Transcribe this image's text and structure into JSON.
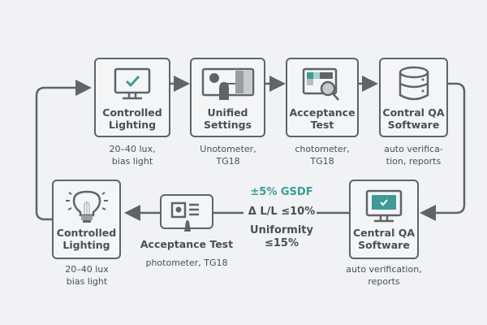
{
  "top_row": [
    {
      "title_line1": "Controlled",
      "title_line2": "Lighting",
      "caption_line1": "20–40 lux,",
      "caption_line2": "bias light",
      "icon": "monitor-check-icon"
    },
    {
      "title_line1": "Unified",
      "title_line2": "Settings",
      "caption_line1": "Unotometer,",
      "caption_line2": "TG18",
      "icon": "presentation-screen-icon"
    },
    {
      "title_line1": "Acceptance",
      "title_line2": "Test",
      "caption_line1": "chotometer,",
      "caption_line2": "TG18",
      "icon": "test-pattern-magnifier-icon"
    },
    {
      "title_line1": "Contral QA",
      "title_line2": "Software",
      "caption_line1": "auto verifica-",
      "caption_line2": "tion, reports",
      "icon": "database-icon"
    }
  ],
  "bottom_row": {
    "central": {
      "title_line1": "Central QA",
      "title_line2": "Software",
      "caption_line1": "auto verification,",
      "caption_line2": "reports",
      "icon": "monitor-check-icon"
    },
    "metrics": {
      "gsdf": "±5% GSDF",
      "delta": "Δ L/L ≤10%",
      "uniformity_line1": "Uniformity",
      "uniformity_line2": "≤15%"
    },
    "acceptance": {
      "title": "Acceptance Test",
      "caption": "photometer, TG18",
      "icon": "id-card-icon"
    },
    "lighting": {
      "title_line1": "Controlled",
      "title_line2": "Lighting",
      "caption_line1": "20–40 lux",
      "caption_line2": "bias light",
      "icon": "light-bulb-icon"
    }
  },
  "colors": {
    "stroke": "#5f6468",
    "accent": "#3d9b95",
    "background": "#f0f2f5"
  }
}
